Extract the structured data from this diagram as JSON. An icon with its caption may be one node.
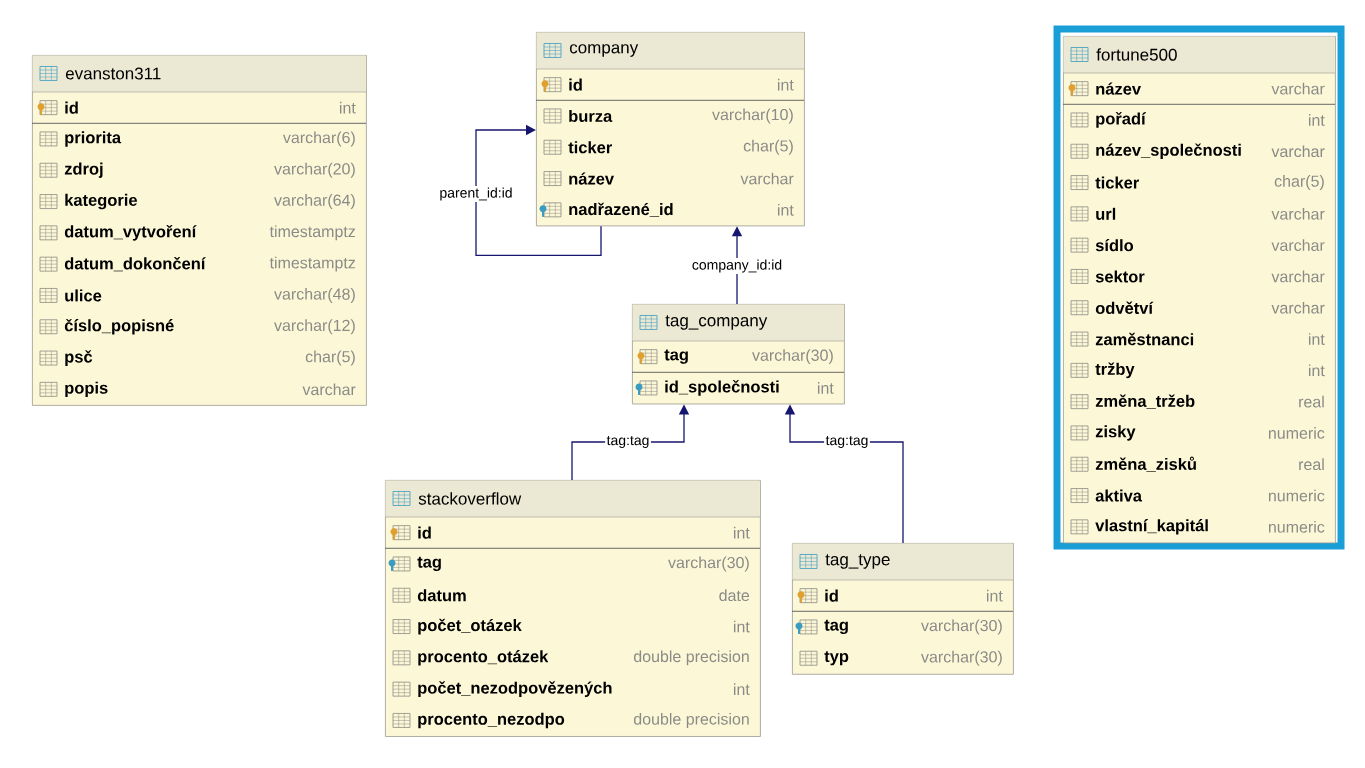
{
  "diagram": {
    "nodes": [
      {
        "text": [
          "evanston311",
          "id",
          "int",
          "priorita",
          "varchar(6)",
          "zdroj",
          "varchar(20)",
          "kategorie",
          "varchar(64)",
          "datum_vytvoření",
          "timestamptz",
          "datum_dokončení",
          "timestamptz",
          "ulice",
          "varchar(48)",
          "číslo_popisné",
          "varchar(12)",
          "psč",
          "char(5)",
          "popis",
          "varchar"
        ]
      },
      {
        "text": [
          "company",
          "id",
          "int",
          "burza",
          "varchar(10)",
          "ticker",
          "char(5)",
          "název",
          "varchar",
          "nadřazené_id",
          "int"
        ]
      },
      {
        "text": [
          "fortune500",
          "název",
          "varchar",
          "pořadí",
          "int",
          "název_společnosti",
          "varchar",
          "ticker",
          "char(5)",
          "url",
          "varchar",
          "sídlo",
          "varchar",
          "sektor",
          "varchar",
          "odvětví",
          "varchar",
          "zaměstnanci",
          "int",
          "tržby",
          "int",
          "změna_tržeb",
          "real",
          "zisky",
          "numeric",
          "změna_zisků",
          "real",
          "aktiva",
          "numeric",
          "vlastní_kapitál",
          "numeric"
        ]
      },
      {
        "text": [
          "tag_company",
          "tag",
          "varchar(30)",
          "id_společnosti",
          "int"
        ]
      },
      {
        "text": [
          "stackoverflow",
          "id",
          "int",
          "tag",
          "varchar(30)",
          "datum",
          "date",
          "počet_otázek",
          "int",
          "procento_otázek",
          "double precision",
          "počet_nezodpovězených",
          "int",
          "procento_nezodpo",
          "double precision"
        ]
      },
      {
        "text": [
          "tag_type",
          "id",
          "int",
          "tag",
          "varchar(30)",
          "typ",
          "varchar(30)"
        ]
      }
    ],
    "edges": [
      {
        "from": 1,
        "to": 1,
        "arrow": "to",
        "label": "parent_id:id"
      },
      {
        "from": 3,
        "to": 1,
        "arrow": "to",
        "label": "company_id:id"
      },
      {
        "from": 4,
        "to": 3,
        "arrow": "to",
        "label": "tag:tag"
      },
      {
        "from": 5,
        "to": 3,
        "arrow": "to",
        "label": "tag:tag"
      }
    ]
  }
}
